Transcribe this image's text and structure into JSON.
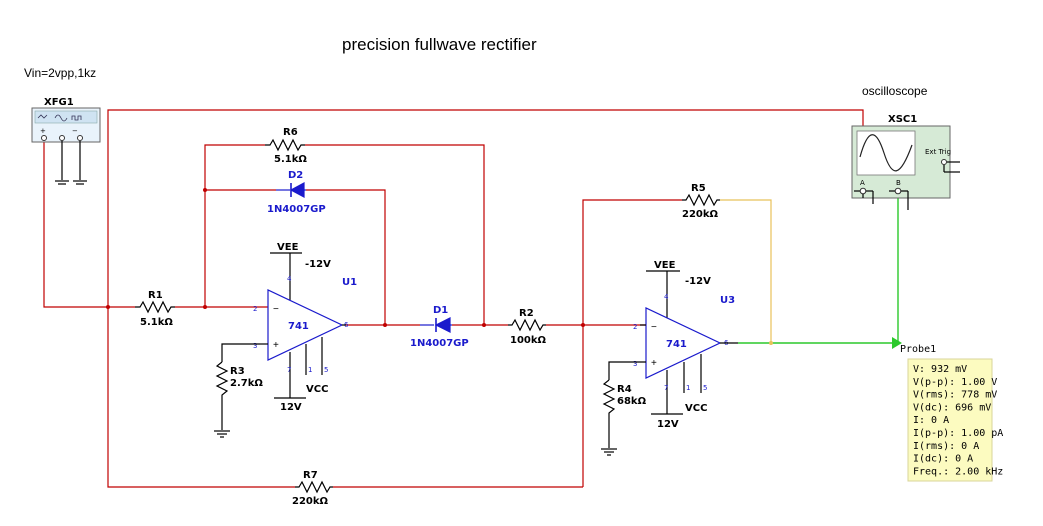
{
  "title": "precision fullwave rectifier",
  "input_note": "Vin=2vpp,1kz",
  "scope_note": "oscilloscope",
  "function_generator": {
    "name": "XFG1",
    "terminals": [
      "+",
      "−"
    ]
  },
  "oscilloscope": {
    "name": "XSC1",
    "ext_trig": "Ext Trig",
    "ch_a": "A",
    "ch_b": "B"
  },
  "resistors": {
    "r1": {
      "name": "R1",
      "value": "5.1kΩ"
    },
    "r2": {
      "name": "R2",
      "value": "100kΩ"
    },
    "r3": {
      "name": "R3",
      "value": "2.7kΩ"
    },
    "r4": {
      "name": "R4",
      "value": "68kΩ"
    },
    "r5": {
      "name": "R5",
      "value": "220kΩ"
    },
    "r6": {
      "name": "R6",
      "value": "5.1kΩ"
    },
    "r7": {
      "name": "R7",
      "value": "220kΩ"
    }
  },
  "diodes": {
    "d1": {
      "name": "D1",
      "part": "1N4007GP"
    },
    "d2": {
      "name": "D2",
      "part": "1N4007GP"
    }
  },
  "opamps": {
    "u1": {
      "name": "U1",
      "part": "741",
      "pins": {
        "inv": "2",
        "noninv": "3",
        "out": "6",
        "vneg": "4",
        "vpos": "7",
        "n1": "1",
        "n5": "5"
      },
      "vee_label": "VEE",
      "vee_value": "-12V",
      "vcc_label": "VCC",
      "vcc_value": "12V"
    },
    "u3": {
      "name": "U3",
      "part": "741",
      "pins": {
        "inv": "2",
        "noninv": "3",
        "out": "6",
        "vneg": "4",
        "vpos": "7",
        "n1": "1",
        "n5": "5"
      },
      "vee_label": "VEE",
      "vee_value": "-12V",
      "vcc_label": "VCC",
      "vcc_value": "12V"
    }
  },
  "probe": {
    "name": "Probe1",
    "readings": [
      "V: 932 mV",
      "V(p-p): 1.00 V",
      "V(rms): 778 mV",
      "V(dc): 696 mV",
      "I: 0 A",
      "I(p-p): 1.00 pA",
      "I(rms): 0 A",
      "I(dc): 0 A",
      "Freq.: 2.00 kHz"
    ]
  }
}
